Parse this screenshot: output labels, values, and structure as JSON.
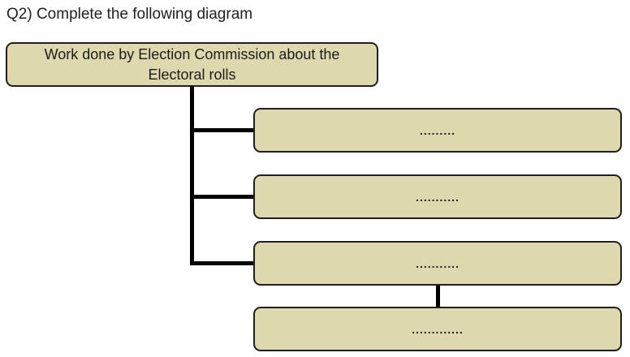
{
  "title": "Q2) Complete the following diagram",
  "diagram": {
    "root_box": {
      "line1": "Work done by Election Commission about the",
      "line2": "Electoral rolls"
    },
    "child_boxes": [
      {
        "label": "........."
      },
      {
        "label": "..........."
      },
      {
        "label": "..........."
      },
      {
        "label": "............."
      }
    ],
    "colors": {
      "box_fill": "#ded8ae",
      "box_border": "#1f1f1f",
      "connector_line": "#000000",
      "text": "#212121",
      "background": "#ffffff"
    }
  }
}
